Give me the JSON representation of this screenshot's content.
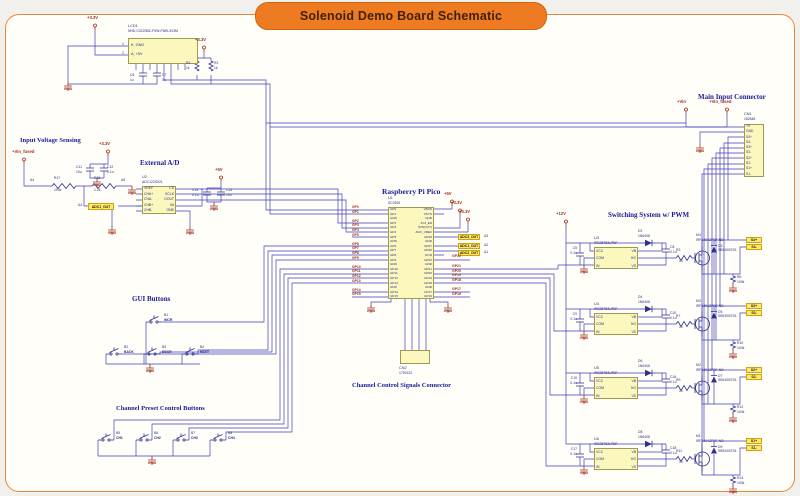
{
  "title": "Solenoid Demo Board Schematic",
  "labels": {
    "gnd": "GND"
  },
  "power": {
    "p3v3": "+3.3V",
    "p5v": "+5V",
    "p12v": "+12V",
    "vin": "+Vin",
    "vin_fused": "+Vin_fused"
  },
  "lcd": {
    "ref": "LCD1",
    "part": "NHD-C0220BZ-FSW-FBW-3V3M",
    "pins": [
      "K, GND",
      "A, +5V"
    ],
    "pin_numbers": [
      "1",
      "2"
    ],
    "r1_ref": "R1",
    "r1_val": "1k",
    "r2_ref": "R2",
    "r2_val": "1k",
    "c6_ref": "C6",
    "c6_val": "1u",
    "c7_ref": "C7",
    "c7_val": "1u"
  },
  "sensing": {
    "title": "Input Voltage Sensing",
    "a4": "A4",
    "a5": "A5",
    "r17_ref": "R17",
    "r17_val": "100k",
    "r18_ref": "R18",
    "r18_val": "1.2k",
    "c11_ref": "C11",
    "c11_val": "10u",
    "c12_ref": "C12",
    "c12_val": "0.1u",
    "tag": "ADC1_OUT",
    "tag_pin": "A4"
  },
  "adc": {
    "title": "External A/D",
    "ref": "U2",
    "part": "ADC122S021",
    "left_pins": [
      "VREF",
      "CHA+",
      "CHA-",
      "CHB+",
      "CHB-"
    ],
    "right_pins": [
      "CS",
      "SCLK",
      "DOUT",
      "VA",
      "GND"
    ],
    "c13_ref": "C13",
    "c13_val": "0.1u",
    "c14_ref": "C14",
    "c14_val": "10u"
  },
  "pico": {
    "title": "Raspberry Pi Pico",
    "ref": "U1",
    "part": "SC0915",
    "left_pins": [
      "GP0",
      "GP1",
      "GND",
      "GP2",
      "GP3",
      "GP4",
      "GP5",
      "GND",
      "GP6",
      "GP7",
      "GP8",
      "GP9",
      "GND",
      "GP10",
      "GP11",
      "GP12",
      "GP13",
      "GND",
      "GP14",
      "GP15"
    ],
    "right_pins": [
      "VBUS",
      "VSYS",
      "GND",
      "3V3_EN",
      "3V3(OUT)",
      "ADC_VREF",
      "GP28",
      "GND",
      "GP27",
      "GP26",
      "RUN",
      "GP22",
      "GND",
      "GP21",
      "GP20",
      "GP19",
      "GP18",
      "GND",
      "GP17",
      "GP16"
    ],
    "left_nets": [
      "GP0",
      "GP1",
      "",
      "GP2",
      "GP3",
      "GP4",
      "GP5",
      "",
      "GP6",
      "GP7",
      "GP8",
      "GP9",
      "",
      "GP10",
      "GP11",
      "GP12",
      "GP13",
      "",
      "GP14",
      "GP15"
    ],
    "tags": [
      {
        "name": "ADC3_OUT",
        "pin": "A3"
      },
      {
        "name": "ADC1_OUT",
        "pin": "A2"
      },
      {
        "name": "ADC2_OUT",
        "pin": "A1"
      }
    ],
    "right_nets": [
      "GP22",
      "GP21",
      "GP20",
      "GP19",
      "GP18",
      "GP17",
      "GP16"
    ]
  },
  "gui": {
    "title": "GUI Buttons",
    "buttons": [
      {
        "ref": "B1",
        "label": "INCR"
      },
      {
        "ref": "B2",
        "label": "BACK"
      },
      {
        "ref": "B3",
        "label": "DECR"
      },
      {
        "ref": "B4",
        "label": "NEXT"
      }
    ]
  },
  "preset": {
    "title": "Channel Preset Control Buttons",
    "buttons": [
      {
        "ref": "B5",
        "label": "CH1"
      },
      {
        "ref": "B6",
        "label": "CH2"
      },
      {
        "ref": "B7",
        "label": "CH3"
      },
      {
        "ref": "B8",
        "label": "CH4"
      }
    ]
  },
  "cn2": {
    "title": "Channel Control Signals Connector",
    "ref": "CN2",
    "part": "1792120"
  },
  "cn1": {
    "title": "Main Input Connector",
    "ref": "CN1",
    "part": "182648",
    "pins": [
      "+V",
      "GND",
      "S4+",
      "S4-",
      "S3+",
      "S3-",
      "S2+",
      "S2-",
      "S1+",
      "S1-"
    ]
  },
  "switching": {
    "title": "Switching System w/ PWM",
    "driver_left": [
      "VCC",
      "COM",
      "IN"
    ],
    "driver_right": [
      "VB",
      "HO",
      "VS"
    ],
    "channels": [
      {
        "diode_ref": "D2",
        "diode_part": "1N6408",
        "ic_ref": "U3",
        "ic_part": "IRS25752LPBF",
        "cin_ref": "C5",
        "cin_val": "0.1u",
        "cboot_ref": "C8",
        "cboot_val": "0.1u",
        "rg_ref": "R3",
        "rg_val": "10",
        "fet_ref": "M4",
        "fet_part": "IRF1404ZPBF-ND",
        "fly_ref": "D3",
        "fly_part": "SB5100STA",
        "rb_ref": "R6",
        "rb_val": "100k",
        "tag_p": "S4+",
        "tag_n": "S4-"
      },
      {
        "diode_ref": "D4",
        "diode_part": "1N6408",
        "ic_ref": "U4",
        "ic_part": "IRS25752LPBF",
        "cin_ref": "C9",
        "cin_val": "0.1u",
        "cboot_ref": "C10",
        "cboot_val": "0.1u",
        "rg_ref": "R7",
        "rg_val": "10",
        "fet_ref": "M3",
        "fet_part": "IRF1404ZPBF-ND",
        "fly_ref": "D5",
        "fly_part": "SB5100STA",
        "rb_ref": "R10",
        "rb_val": "100k",
        "tag_p": "S3+",
        "tag_n": "S3-"
      },
      {
        "diode_ref": "D6",
        "diode_part": "1N6408",
        "ic_ref": "U5",
        "ic_part": "IRS25752LPBF",
        "cin_ref": "C15",
        "cin_val": "0.1u",
        "cboot_ref": "C16",
        "cboot_val": "0.1u",
        "rg_ref": "R9",
        "rg_val": "10",
        "fet_ref": "M2",
        "fet_part": "IRF1404ZPBF-ND",
        "fly_ref": "D7",
        "fly_part": "SB5100STA",
        "rb_ref": "R12",
        "rb_val": "100k",
        "tag_p": "S2+",
        "tag_n": "S2-"
      },
      {
        "diode_ref": "D8",
        "diode_part": "1N6408",
        "ic_ref": "U6",
        "ic_part": "IRS25752LPBF",
        "cin_ref": "C17",
        "cin_val": "0.1u",
        "cboot_ref": "C18",
        "cboot_val": "0.1u",
        "rg_ref": "R11",
        "rg_val": "10",
        "fet_ref": "M1",
        "fet_part": "IRF1404ZPBF-ND",
        "fly_ref": "D9",
        "fly_part": "SB5100STA",
        "rb_ref": "R14",
        "rb_val": "100k",
        "tag_p": "S1+",
        "tag_n": "S1-"
      }
    ]
  }
}
